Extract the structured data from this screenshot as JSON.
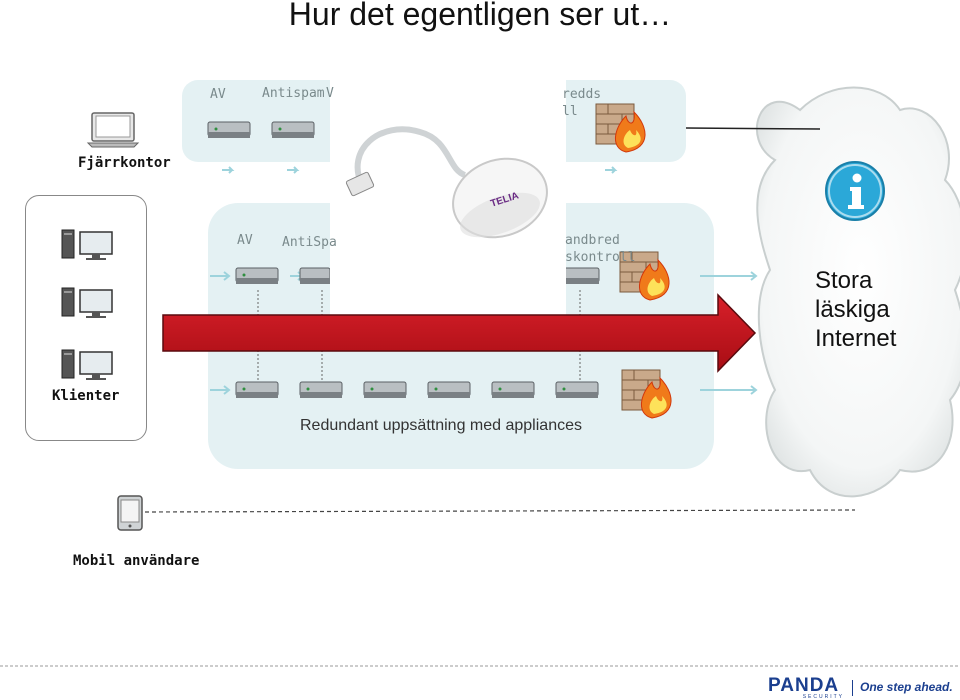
{
  "title": "Hur det egentligen ser ut…",
  "remote_office": {
    "label": "Fjärrkontor",
    "panel_labels": [
      "AV",
      "Antispam",
      "V",
      "redds",
      "ll"
    ]
  },
  "main": {
    "panel_labels": [
      "AV",
      "AntiSpa",
      "andbred",
      "skontroll"
    ],
    "redundant_label": "Redundant uppsättning med appliances"
  },
  "clients": {
    "label": "Klienter"
  },
  "internet": {
    "lines": [
      "Stora",
      "läskiga",
      "Internet"
    ]
  },
  "mobile": {
    "label": "Mobil användare"
  },
  "usb_brand": "TELIA",
  "footer": {
    "brand": "PANDA",
    "brand_sub": "SECURITY",
    "slogan": "One step ahead."
  },
  "colors": {
    "panel": "#e4f1f3",
    "arrow": "#c8141c",
    "panda_blue": "#1b3f8f",
    "info": "#2ba8d8"
  },
  "icons": [
    "laptop-icon",
    "desktop-pc-icon",
    "appliance-icon",
    "firewall-icon",
    "info-icon",
    "tablet-icon",
    "usb-modem-icon",
    "cloud-icon"
  ]
}
